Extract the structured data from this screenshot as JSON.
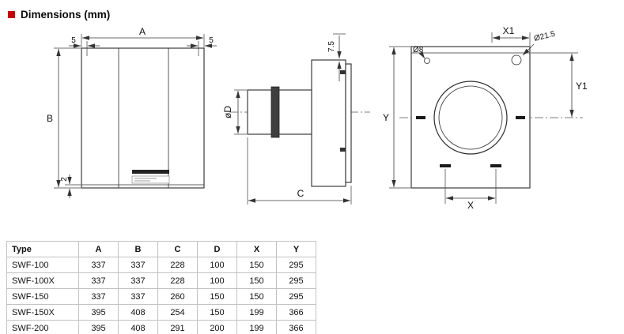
{
  "theme": {
    "accent": "#cc0000"
  },
  "header": {
    "title": "Dimensions (mm)"
  },
  "drawing": {
    "front_view": {
      "a": "A",
      "b": "B",
      "five_left": "5",
      "five_right": "5",
      "two": "2"
    },
    "side_view": {
      "seven_five": "7.5",
      "dia_d": "øD",
      "c": "C"
    },
    "rear_view": {
      "x1": "X1",
      "y": "Y",
      "y1": "Y1",
      "x": "X",
      "dia_8": "Ø8",
      "dia_21_5": "Ø21.5"
    }
  },
  "table": {
    "headers": [
      "Type",
      "A",
      "B",
      "C",
      "D",
      "X",
      "Y"
    ],
    "rows": [
      [
        "SWF-100",
        "337",
        "337",
        "228",
        "100",
        "150",
        "295"
      ],
      [
        "SWF-100X",
        "337",
        "337",
        "228",
        "100",
        "150",
        "295"
      ],
      [
        "SWF-150",
        "337",
        "337",
        "260",
        "150",
        "150",
        "295"
      ],
      [
        "SWF-150X",
        "395",
        "408",
        "254",
        "150",
        "199",
        "366"
      ],
      [
        "SWF-200",
        "395",
        "408",
        "291",
        "200",
        "199",
        "366"
      ]
    ]
  }
}
